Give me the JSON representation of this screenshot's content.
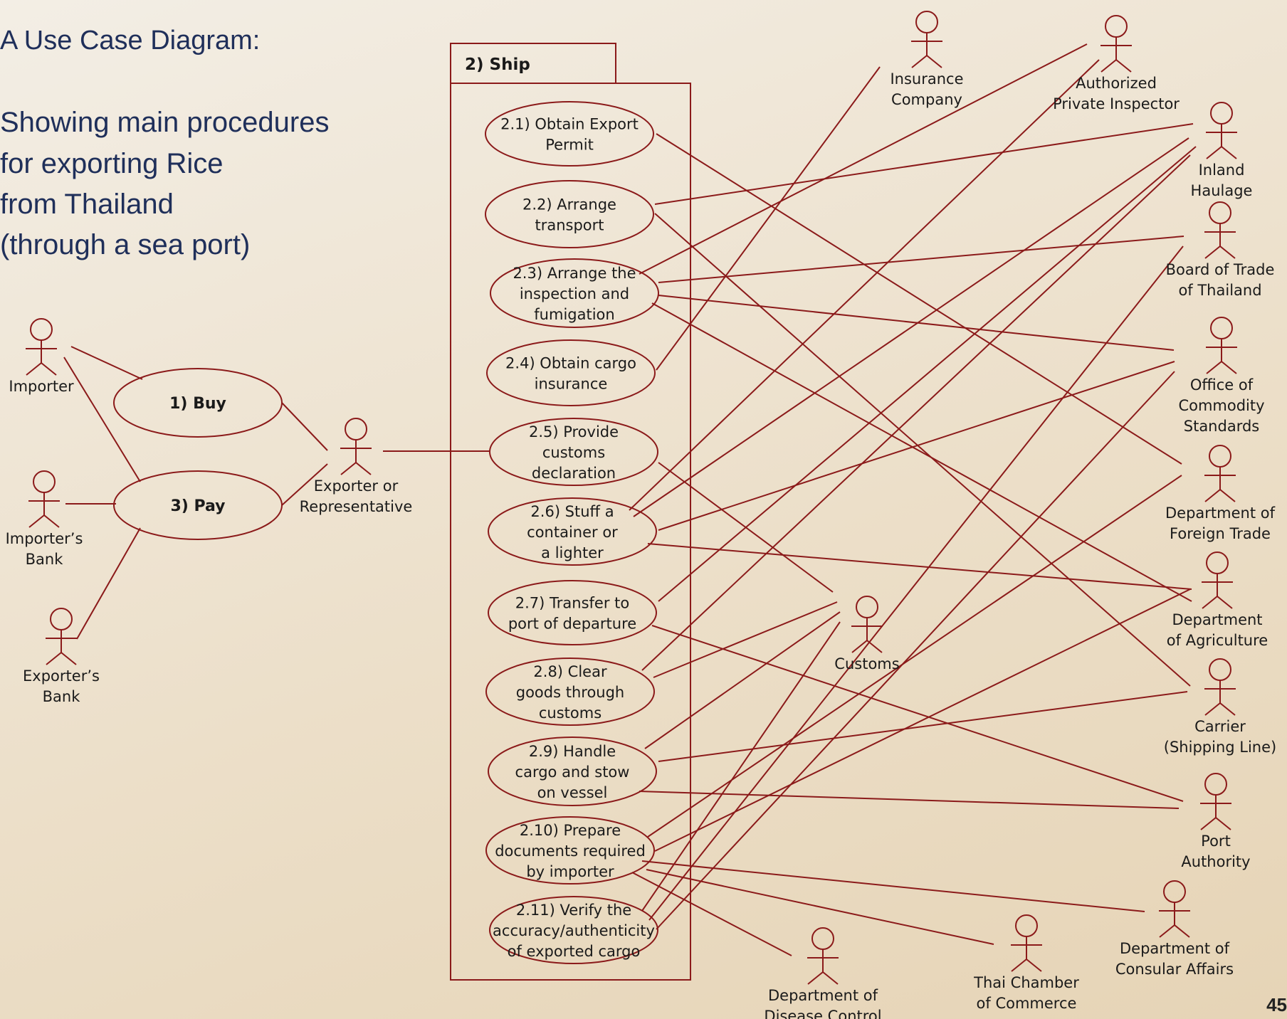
{
  "title": "A Use Case Diagram:",
  "subtitle_lines": [
    "Showing main procedures",
    "for exporting Rice",
    "from Thailand",
    "(through a sea port)"
  ],
  "page_number": "45",
  "system_boundary_label": "2) Ship",
  "colors": {
    "stroke": "#8b1a1a",
    "title_text": "#1f2f5a",
    "body_text": "#1a1a1a"
  },
  "actors": [
    {
      "id": "importer",
      "label": [
        "Importer"
      ]
    },
    {
      "id": "importers_bank",
      "label": [
        "Importer’s",
        "Bank"
      ]
    },
    {
      "id": "exporters_bank",
      "label": [
        "Exporter’s",
        "Bank"
      ]
    },
    {
      "id": "exporter",
      "label": [
        "Exporter or",
        "Representative"
      ]
    },
    {
      "id": "customs",
      "label": [
        "Customs"
      ]
    },
    {
      "id": "insurance",
      "label": [
        "Insurance",
        "Company"
      ]
    },
    {
      "id": "inspector",
      "label": [
        "Authorized",
        "Private Inspector"
      ]
    },
    {
      "id": "inland",
      "label": [
        "Inland",
        "Haulage"
      ]
    },
    {
      "id": "board",
      "label": [
        "Board of Trade",
        "of Thailand"
      ]
    },
    {
      "id": "commodity",
      "label": [
        "Office of",
        "Commodity",
        "Standards"
      ]
    },
    {
      "id": "foreign_trade",
      "label": [
        "Department of",
        "Foreign Trade"
      ]
    },
    {
      "id": "agriculture",
      "label": [
        "Department",
        "of Agriculture"
      ]
    },
    {
      "id": "carrier",
      "label": [
        "Carrier",
        "(Shipping Line)"
      ]
    },
    {
      "id": "port",
      "label": [
        "Port",
        "Authority"
      ]
    },
    {
      "id": "consular",
      "label": [
        "Department of",
        "Consular Affairs"
      ]
    },
    {
      "id": "chamber",
      "label": [
        "Thai Chamber",
        "of  Commerce"
      ]
    },
    {
      "id": "disease",
      "label": [
        "Department of",
        "Disease Control"
      ]
    }
  ],
  "use_cases": [
    {
      "id": "buy",
      "label": [
        "1) Buy"
      ],
      "bold": true
    },
    {
      "id": "pay",
      "label": [
        "3) Pay"
      ],
      "bold": true
    },
    {
      "id": "uc1",
      "label": [
        "2.1) Obtain Export",
        "Permit"
      ]
    },
    {
      "id": "uc2",
      "label": [
        "2.2) Arrange",
        "transport"
      ]
    },
    {
      "id": "uc3",
      "label": [
        "2.3) Arrange the",
        "inspection and",
        "fumigation"
      ]
    },
    {
      "id": "uc4",
      "label": [
        "2.4) Obtain cargo",
        "insurance"
      ]
    },
    {
      "id": "uc5",
      "label": [
        "2.5) Provide",
        "customs",
        "declaration"
      ]
    },
    {
      "id": "uc6",
      "label": [
        "2.6) Stuff a",
        "container or",
        "a lighter"
      ]
    },
    {
      "id": "uc7",
      "label": [
        "2.7) Transfer to",
        "port of departure"
      ]
    },
    {
      "id": "uc8",
      "label": [
        "2.8) Clear",
        "goods through",
        "customs"
      ]
    },
    {
      "id": "uc9",
      "label": [
        "2.9) Handle",
        "cargo and stow",
        "on vessel"
      ]
    },
    {
      "id": "uc10",
      "label": [
        "2.10) Prepare",
        "documents required",
        "by importer"
      ]
    },
    {
      "id": "uc11",
      "label": [
        "2.11) Verify the",
        "accuracy/authenticity",
        "of exported cargo"
      ]
    }
  ],
  "associations": [
    [
      "importer",
      "buy"
    ],
    [
      "importer",
      "pay"
    ],
    [
      "importers_bank",
      "pay"
    ],
    [
      "exporters_bank",
      "pay"
    ],
    [
      "buy",
      "exporter"
    ],
    [
      "pay",
      "exporter"
    ],
    [
      "exporter",
      "uc5"
    ],
    [
      "uc1",
      "foreign_trade"
    ],
    [
      "uc2",
      "inland"
    ],
    [
      "uc2",
      "carrier"
    ],
    [
      "uc3",
      "inspector"
    ],
    [
      "uc3",
      "board"
    ],
    [
      "uc3",
      "commodity"
    ],
    [
      "uc3",
      "agriculture"
    ],
    [
      "uc4",
      "insurance"
    ],
    [
      "uc5",
      "customs"
    ],
    [
      "uc6",
      "inspector"
    ],
    [
      "uc6",
      "inland"
    ],
    [
      "uc6",
      "commodity"
    ],
    [
      "uc6",
      "agriculture"
    ],
    [
      "uc7",
      "inland"
    ],
    [
      "uc7",
      "port"
    ],
    [
      "uc8",
      "inland"
    ],
    [
      "uc8",
      "customs"
    ],
    [
      "uc9",
      "customs"
    ],
    [
      "uc9",
      "carrier"
    ],
    [
      "uc9",
      "port"
    ],
    [
      "uc10",
      "foreign_trade"
    ],
    [
      "uc10",
      "agriculture"
    ],
    [
      "uc10",
      "consular"
    ],
    [
      "uc10",
      "chamber"
    ],
    [
      "uc10",
      "disease"
    ],
    [
      "uc11",
      "customs"
    ],
    [
      "uc11",
      "board"
    ],
    [
      "uc11",
      "commodity"
    ]
  ]
}
